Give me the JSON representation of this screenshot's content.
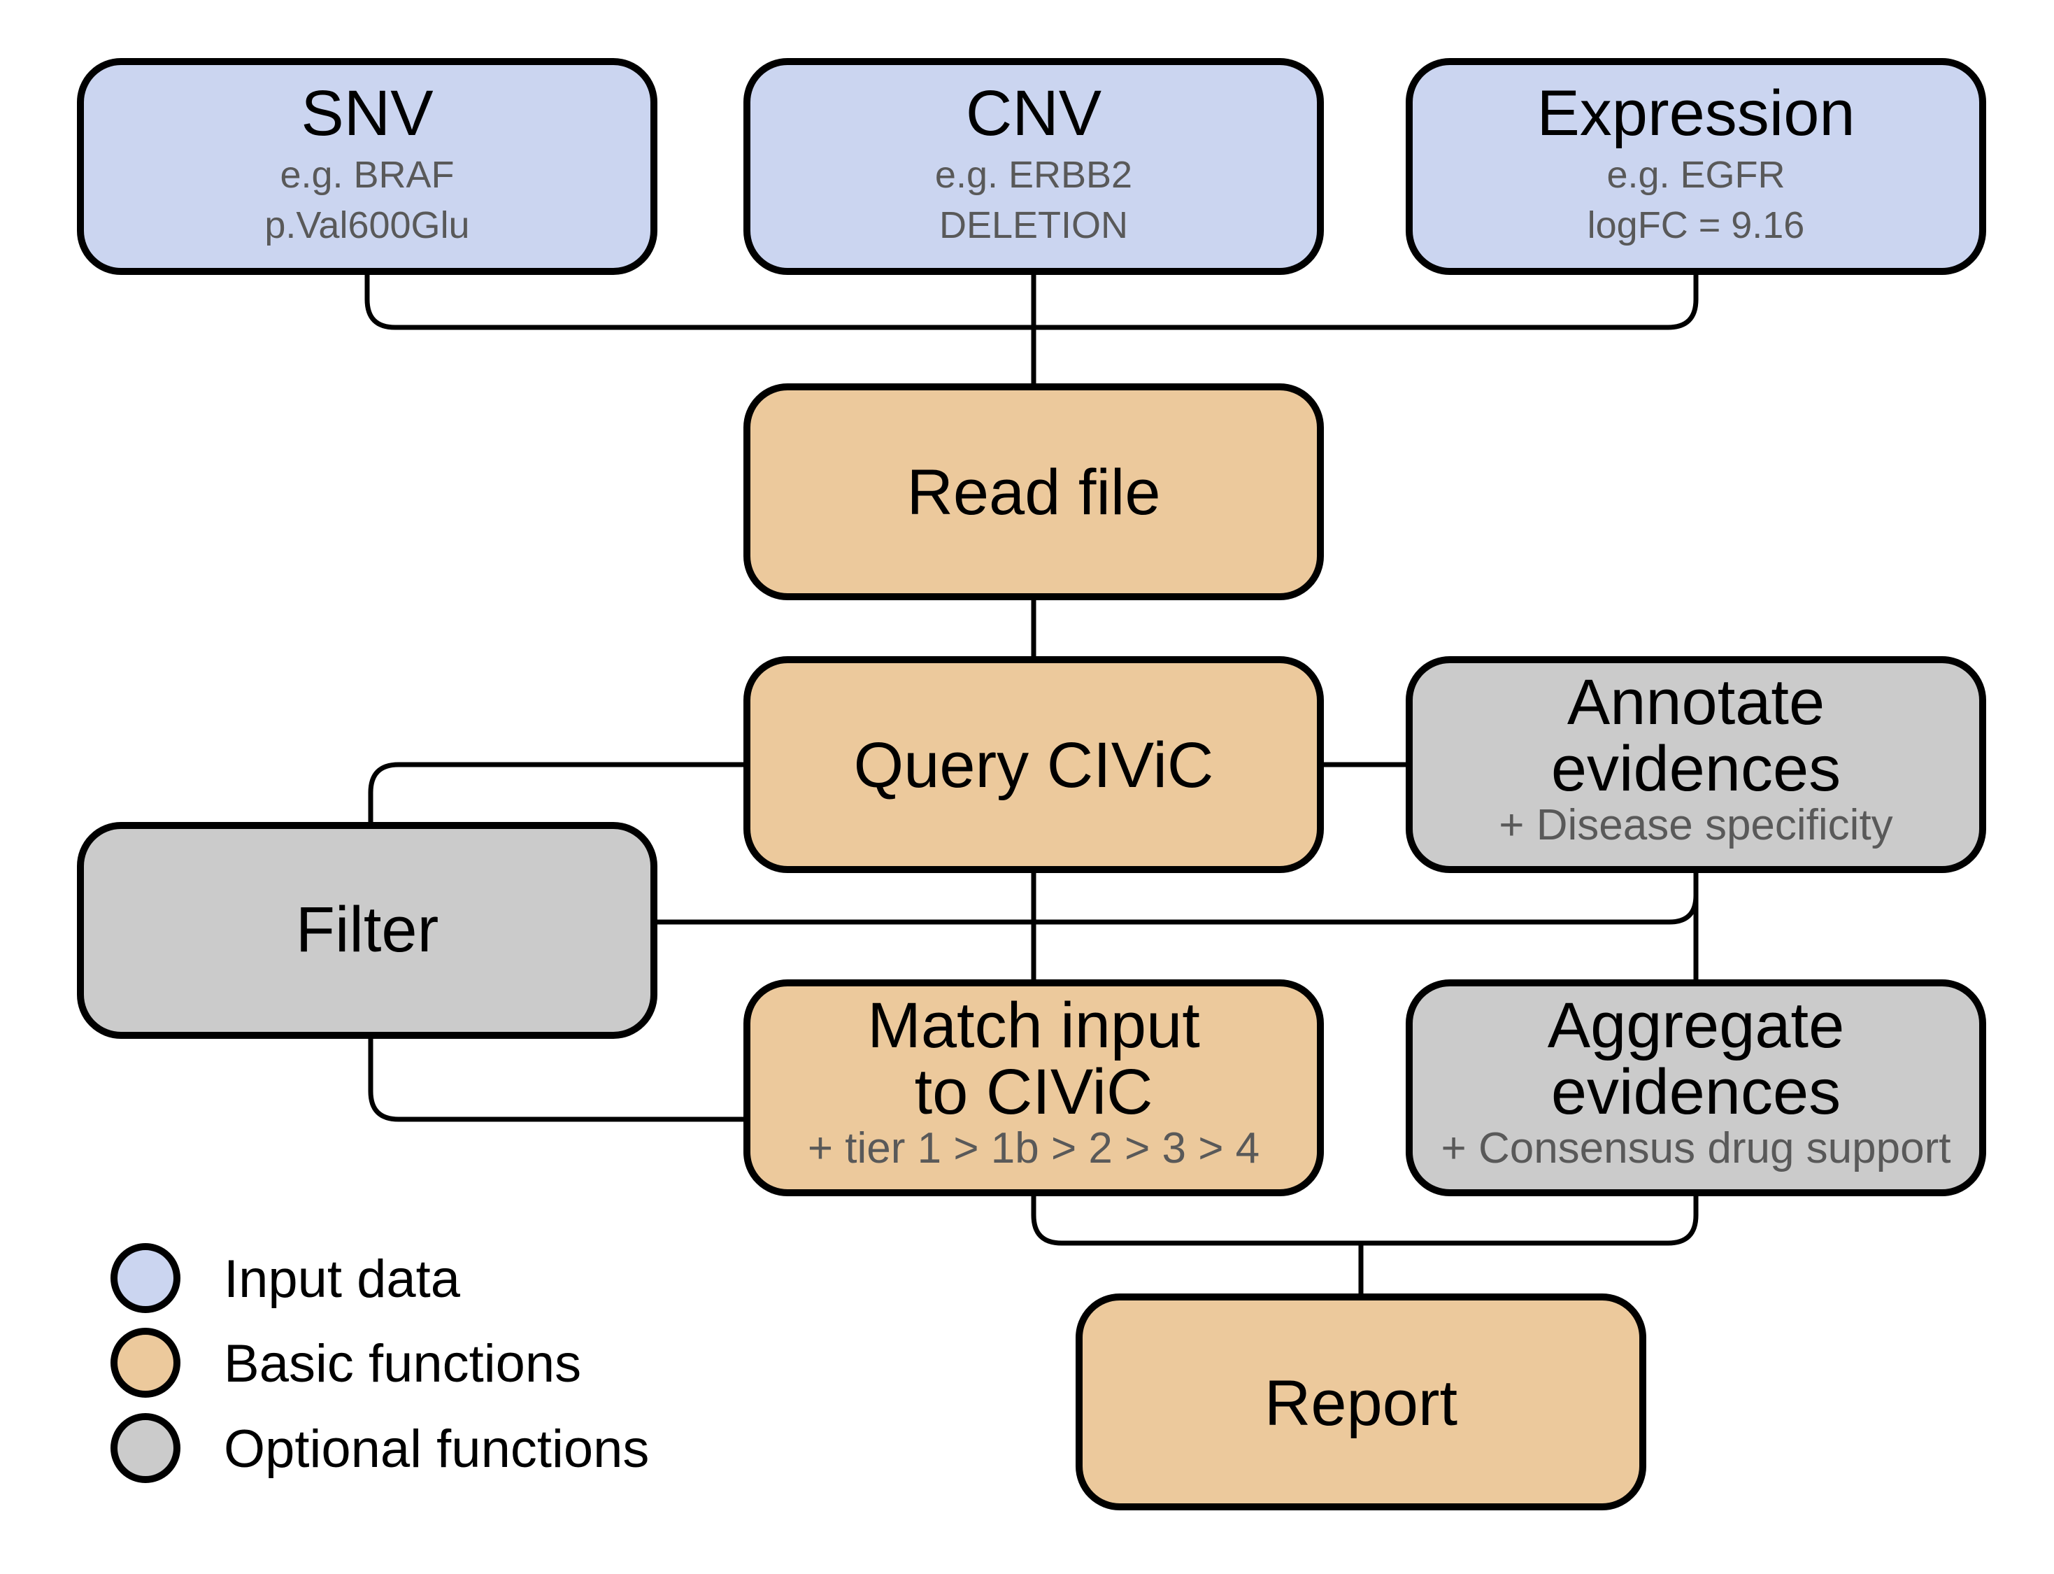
{
  "colors": {
    "input_fill": "#cbd5f0",
    "basic_fill": "#ecc99c",
    "optional_fill": "#cbcbcb",
    "line": "#000000",
    "subtitle_text": "#595959",
    "background": "#ffffff"
  },
  "nodes": {
    "snv": {
      "title": "SNV",
      "sub1": "e.g. BRAF",
      "sub2": "p.Val600Glu"
    },
    "cnv": {
      "title": "CNV",
      "sub1": "e.g. ERBB2",
      "sub2": "DELETION"
    },
    "expression": {
      "title": "Expression",
      "sub1": "e.g. EGFR",
      "sub2": "logFC = 9.16"
    },
    "read_file": {
      "title": "Read file"
    },
    "query_civic": {
      "title": "Query CIViC"
    },
    "annotate": {
      "line1": "Annotate",
      "line2": "evidences",
      "sub": "+ Disease specificity"
    },
    "filter": {
      "title": "Filter"
    },
    "match": {
      "line1": "Match input",
      "line2": "to CIViC",
      "sub": "+ tier 1 > 1b > 2 > 3 > 4"
    },
    "aggregate": {
      "line1": "Aggregate",
      "line2": "evidences",
      "sub": "+ Consensus drug support"
    },
    "report": {
      "title": "Report"
    }
  },
  "legend": {
    "items": [
      {
        "label": "Input data",
        "color": "#cbd5f0"
      },
      {
        "label": "Basic functions",
        "color": "#ecc99c"
      },
      {
        "label": "Optional functions",
        "color": "#cbcbcb"
      }
    ]
  }
}
